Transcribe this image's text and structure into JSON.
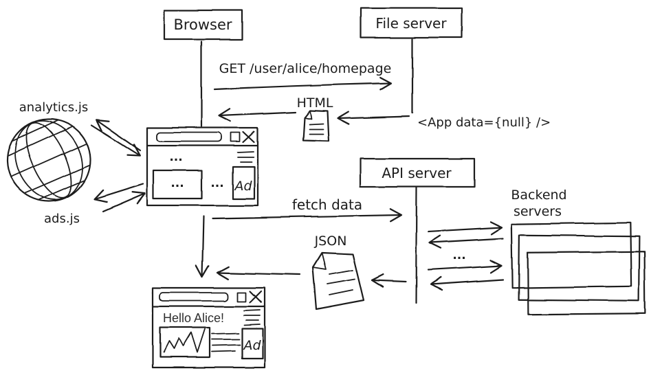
{
  "colors": {
    "ink": "#1c1c1c",
    "background": "#ffffff",
    "rendered_text": "#2f2f2f"
  },
  "nodes": {
    "browser": {
      "label": "Browser"
    },
    "file_server": {
      "label": "File server"
    },
    "api_server": {
      "label": "API server"
    },
    "backend": {
      "label_line1": "Backend",
      "label_line2": "servers"
    }
  },
  "scripts": {
    "analytics_label": "analytics.js",
    "ads_label": "ads.js"
  },
  "messages": {
    "get_request": "GET /user/alice/homepage",
    "html_label": "HTML",
    "app_markup": "<App data={null} />",
    "fetch_data": "fetch data",
    "json_label": "JSON"
  },
  "skeleton_window": {
    "menu_ellipsis": "...",
    "box_ellipsis": "...",
    "side_ellipsis": "...",
    "ad_label": "Ad"
  },
  "rendered_window": {
    "greeting": "Hello Alice!",
    "ad_label": "Ad"
  },
  "backend_link": {
    "ellipsis": "..."
  }
}
